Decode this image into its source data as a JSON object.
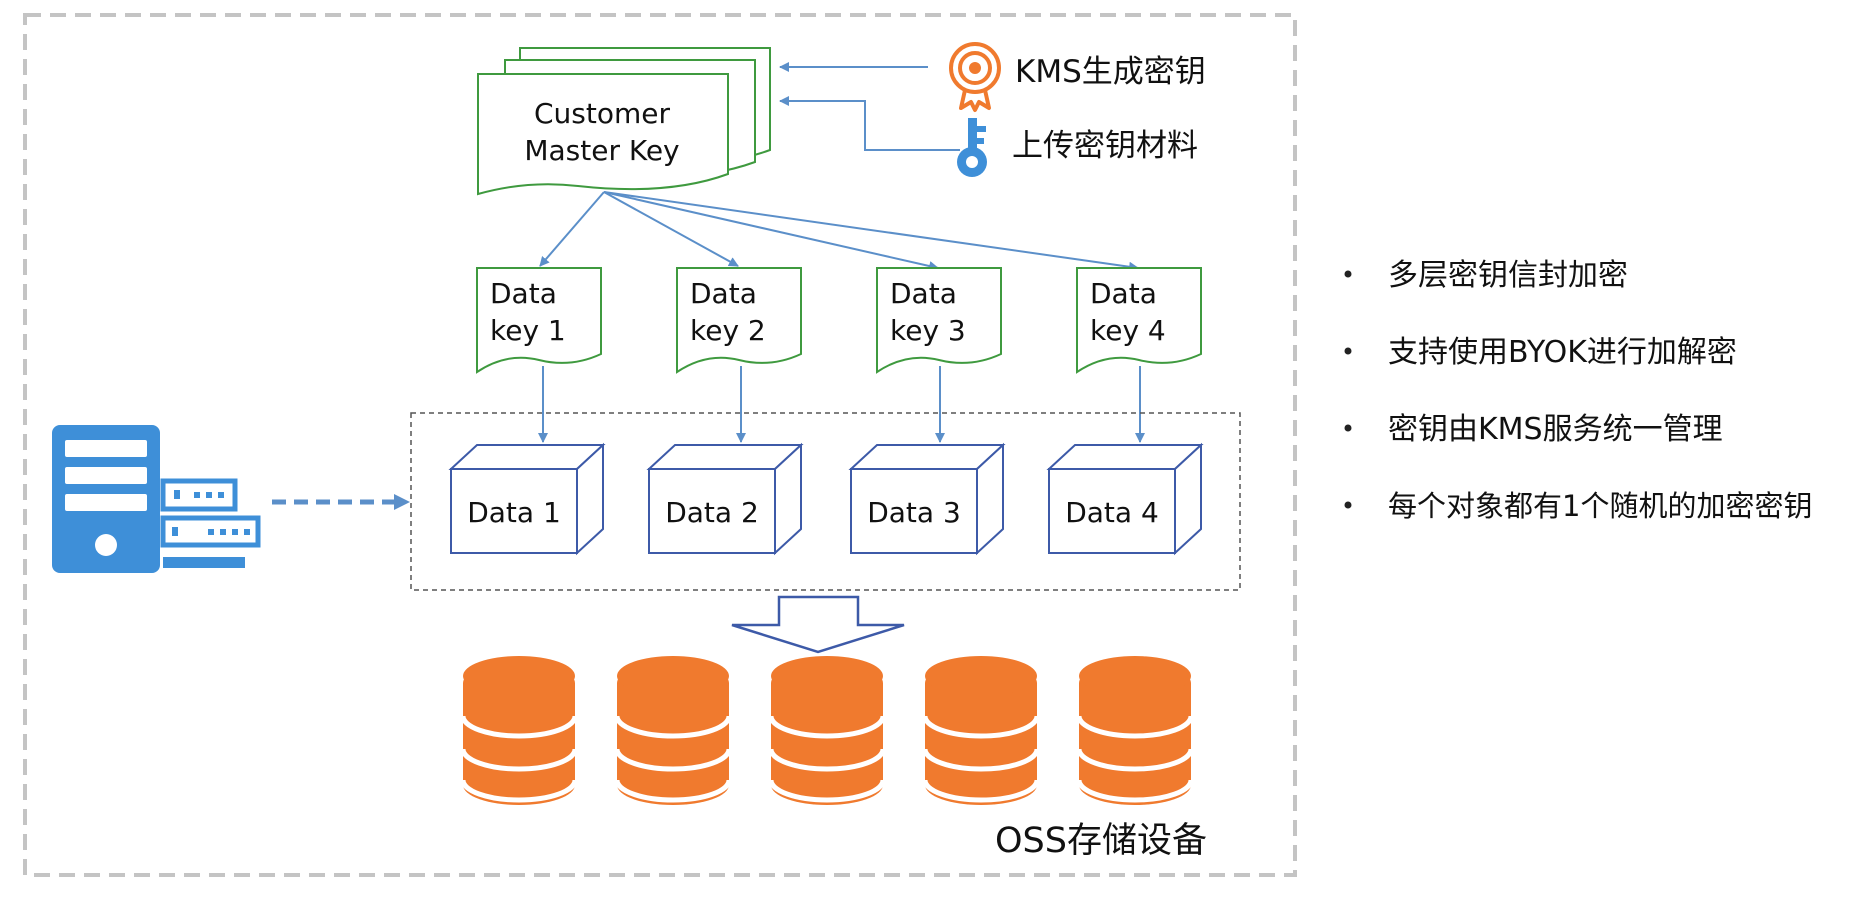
{
  "master_key": {
    "line1": "Customer",
    "line2": "Master Key"
  },
  "sources": [
    {
      "label": "KMS生成密钥",
      "icon": "kms-seal-icon"
    },
    {
      "label": "上传密钥材料",
      "icon": "key-icon"
    }
  ],
  "data_keys": [
    {
      "line1": "Data",
      "line2": "key 1"
    },
    {
      "line1": "Data",
      "line2": "key 2"
    },
    {
      "line1": "Data",
      "line2": "key 3"
    },
    {
      "line1": "Data",
      "line2": "key 4"
    }
  ],
  "data_blocks": [
    "Data 1",
    "Data 2",
    "Data 3",
    "Data 4"
  ],
  "storage": {
    "label": "OSS存储设备",
    "count": 5
  },
  "client": {
    "icon": "server-icon"
  },
  "bullets": [
    "多层密钥信封加密",
    "支持使用BYOK进行加解密",
    "密钥由KMS服务统一管理",
    "每个对象都有1个随机的加密密钥"
  ],
  "colors": {
    "green": "#3f9a3f",
    "blue_line": "#5b8fc9",
    "blue_box": "#3d5aa8",
    "orange": "#f07a2e",
    "server_blue": "#3e8fd8",
    "dash_gray": "#c4c4c4"
  }
}
